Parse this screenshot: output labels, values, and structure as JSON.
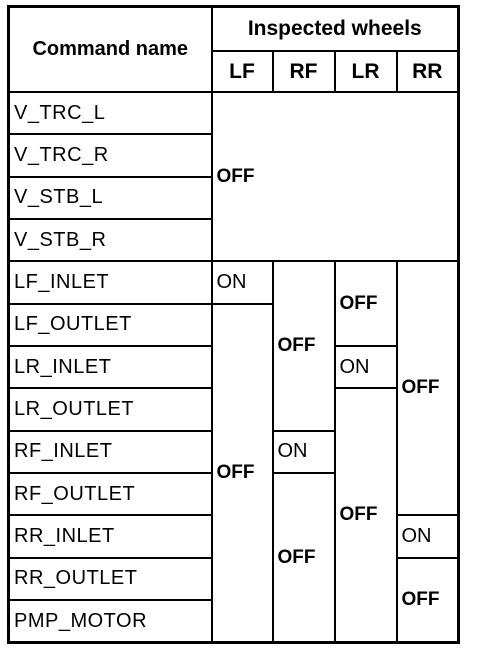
{
  "header": {
    "command_name": "Command name",
    "inspected_wheels": "Inspected wheels",
    "wheels": [
      "LF",
      "RF",
      "LR",
      "RR"
    ]
  },
  "commands": [
    "V_TRC_L",
    "V_TRC_R",
    "V_STB_L",
    "V_STB_R",
    "LF_INLET",
    "LF_OUTLET",
    "LR_INLET",
    "LR_OUTLET",
    "RF_INLET",
    "RF_OUTLET",
    "RR_INLET",
    "RR_OUTLET",
    "PMP_MOTOR"
  ],
  "states": {
    "valves_all": "OFF",
    "lf_inlet_lf": "ON",
    "lf_rest": "OFF",
    "rf_top": "OFF",
    "rf_inlet_rf": "ON",
    "rf_bottom": "OFF",
    "lr_top": "OFF",
    "lr_inlet_lr": "ON",
    "lr_bottom": "OFF",
    "rr_top": "OFF",
    "rr_inlet_rr": "ON",
    "rr_bottom": "OFF"
  }
}
